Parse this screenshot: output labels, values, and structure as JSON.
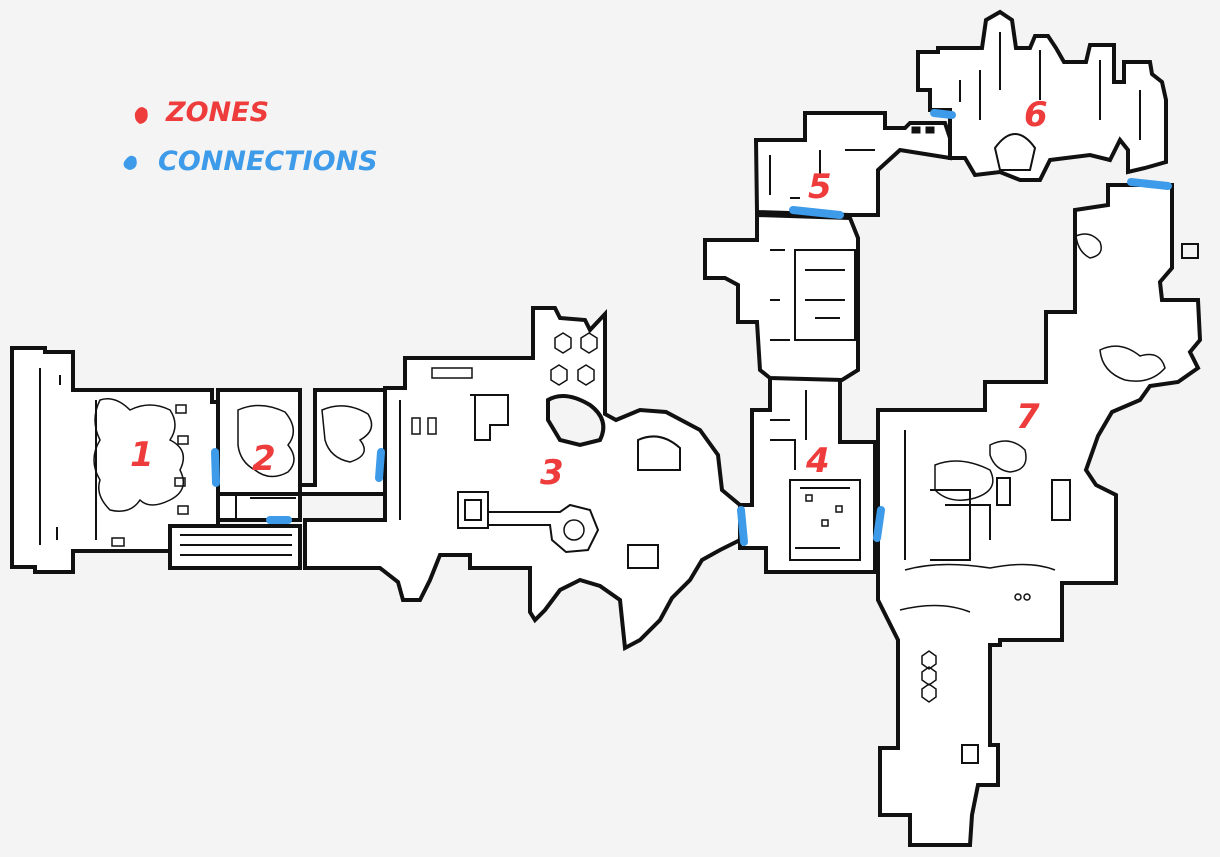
{
  "legend": {
    "zones_label": "ZONES",
    "connections_label": "CONNECTIONS"
  },
  "zones": [
    {
      "id": "1"
    },
    {
      "id": "2"
    },
    {
      "id": "3"
    },
    {
      "id": "4"
    },
    {
      "id": "5"
    },
    {
      "id": "6"
    },
    {
      "id": "7"
    }
  ],
  "colors": {
    "zone_label": "#ee3b3b",
    "connection": "#3d9be9",
    "wall": "#111111",
    "floor": "#ffffff",
    "background": "#f4f4f4"
  }
}
